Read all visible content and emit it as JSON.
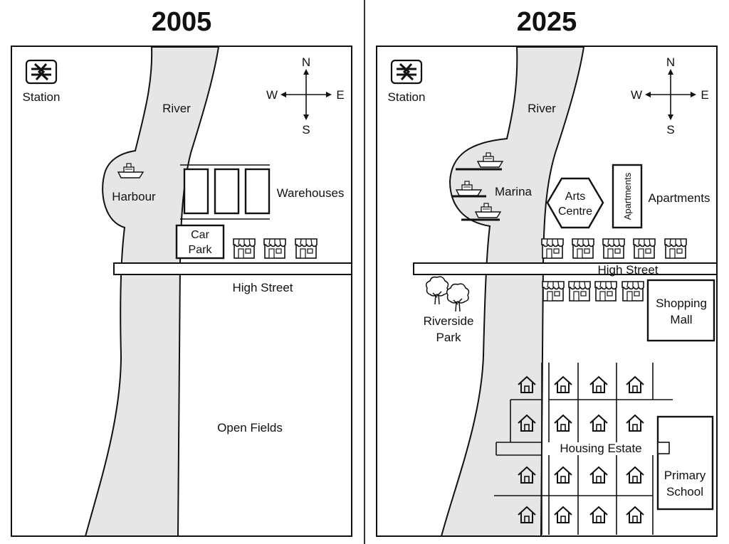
{
  "panels": [
    {
      "year": "2005",
      "labels": {
        "station": "Station",
        "river": "River",
        "harbour": "Harbour",
        "warehouses": "Warehouses",
        "car_park_1": "Car",
        "car_park_2": "Park",
        "high_street": "High Street",
        "open_fields": "Open Fields"
      }
    },
    {
      "year": "2025",
      "labels": {
        "station": "Station",
        "river": "River",
        "marina": "Marina",
        "arts_centre_1": "Arts",
        "arts_centre_2": "Centre",
        "apartments_vertical": "Apartments",
        "apartments": "Apartments",
        "high_street": "High Street",
        "riverside_park_1": "Riverside",
        "riverside_park_2": "Park",
        "shopping_mall_1": "Shopping",
        "shopping_mall_2": "Mall",
        "housing_estate": "Housing Estate",
        "primary_school_1": "Primary",
        "primary_school_2": "School"
      }
    }
  ],
  "compass": {
    "n": "N",
    "s": "S",
    "e": "E",
    "w": "W"
  },
  "colors": {
    "river": "#e6e6e6",
    "line": "#111111"
  }
}
